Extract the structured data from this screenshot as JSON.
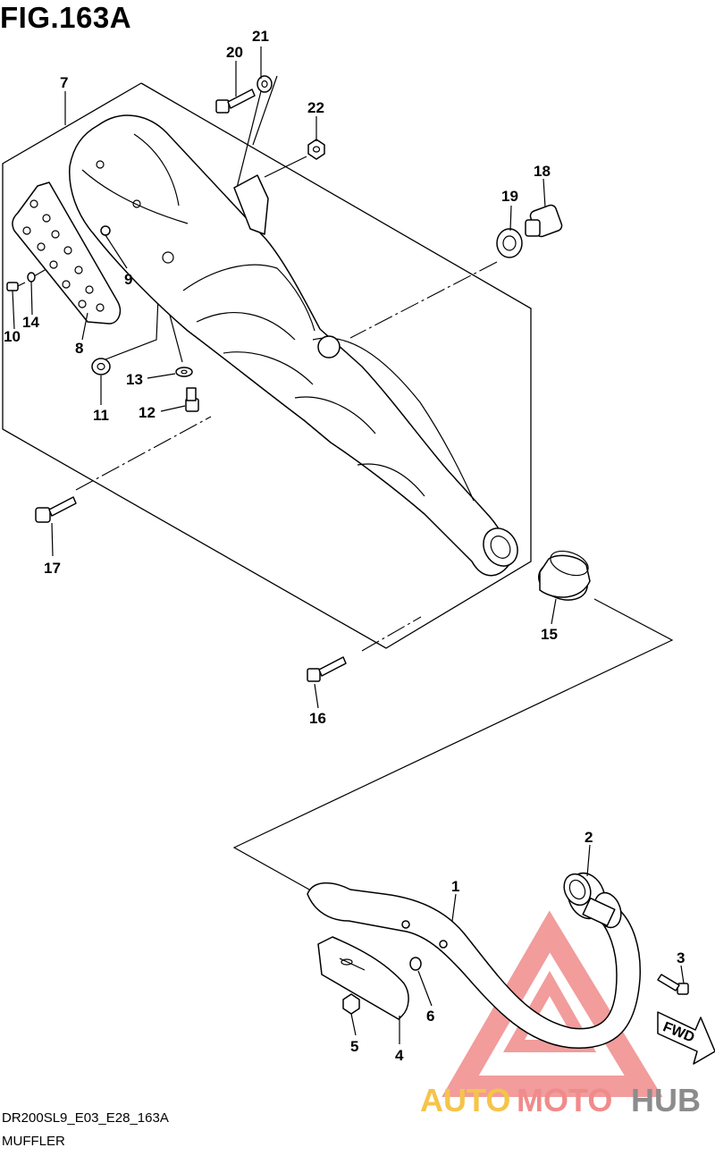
{
  "figure_title": "FIG.163A",
  "footer": {
    "code": "DR200SL9_E03_E28_163A",
    "name": "MUFFLER"
  },
  "direction_label": "FWD",
  "watermark": {
    "auto": "AUTO",
    "moto": "MOTO",
    "hub": "HUB",
    "colors": {
      "auto": "#f5c44a",
      "moto": "#f08b8b",
      "hub": "#8c8c8c",
      "logo": "#ee7b7b"
    }
  },
  "callouts": [
    "1",
    "2",
    "3",
    "4",
    "5",
    "6",
    "7",
    "8",
    "9",
    "10",
    "11",
    "12",
    "13",
    "14",
    "15",
    "16",
    "17",
    "18",
    "19",
    "20",
    "21",
    "22"
  ]
}
